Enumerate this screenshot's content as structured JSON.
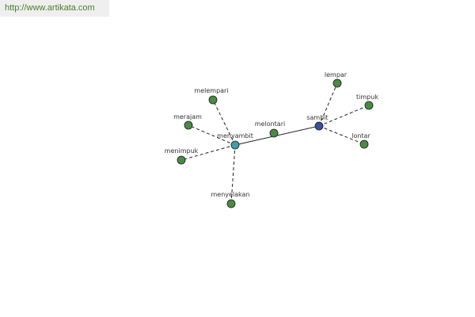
{
  "banner": {
    "url": "http://www.artikata.com"
  },
  "colors": {
    "node_default": "#4a8a45",
    "node_hub_primary": "#3f9fa8",
    "node_hub_secondary": "#3c4f9e",
    "edge": "#222222",
    "text": "#333333"
  },
  "graph": {
    "nodes": [
      {
        "id": "menyambit",
        "label": "menyambit",
        "kind": "hub_primary"
      },
      {
        "id": "sambit",
        "label": "sambit",
        "kind": "hub_secondary"
      },
      {
        "id": "melontari",
        "label": "melontari",
        "kind": "default"
      },
      {
        "id": "melempari",
        "label": "melempari",
        "kind": "default"
      },
      {
        "id": "merajam",
        "label": "merajam",
        "kind": "default"
      },
      {
        "id": "menimpuk",
        "label": "menimpuk",
        "kind": "default"
      },
      {
        "id": "menyelakan",
        "label": "menyelakan",
        "kind": "default"
      },
      {
        "id": "lempar",
        "label": "lempar",
        "kind": "default"
      },
      {
        "id": "timpuk",
        "label": "timpuk",
        "kind": "default"
      },
      {
        "id": "lontar",
        "label": "lontar",
        "kind": "default"
      }
    ],
    "edges": [
      {
        "from": "menyambit",
        "to": "sambit",
        "style": "solid"
      },
      {
        "from": "menyambit",
        "to": "melempari",
        "style": "dashed"
      },
      {
        "from": "menyambit",
        "to": "merajam",
        "style": "dashed"
      },
      {
        "from": "menyambit",
        "to": "menimpuk",
        "style": "dashed"
      },
      {
        "from": "menyambit",
        "to": "menyelakan",
        "style": "dashed"
      },
      {
        "from": "sambit",
        "to": "lempar",
        "style": "dashed"
      },
      {
        "from": "sambit",
        "to": "timpuk",
        "style": "dashed"
      },
      {
        "from": "sambit",
        "to": "lontar",
        "style": "dashed"
      }
    ]
  }
}
